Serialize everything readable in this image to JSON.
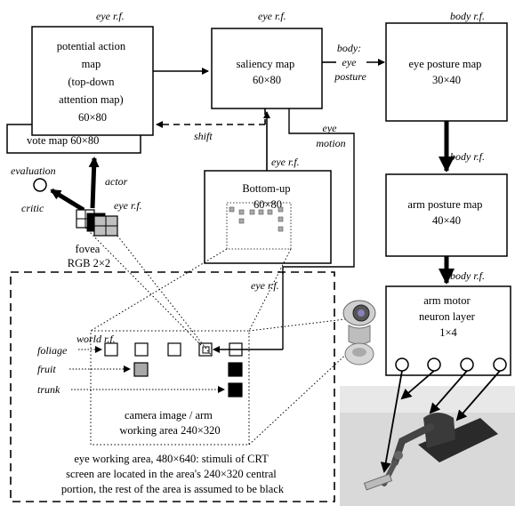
{
  "labels": {
    "eye_rf": "eye r.f.",
    "body_rf": "body r.f.",
    "world_rf": "world r.f."
  },
  "boxes": {
    "potential_action": [
      "potential action",
      "map",
      "(top-down",
      "attention map)",
      "60×80"
    ],
    "vote_map": "vote map 60×80",
    "saliency": [
      "saliency map",
      "60×80"
    ],
    "eye_posture": [
      "eye posture map",
      "30×40"
    ],
    "arm_posture": [
      "arm posture map",
      "40×40"
    ],
    "arm_motor": [
      "arm motor",
      "neuron layer",
      "1×4"
    ],
    "bottom_up": [
      "Bottom-up",
      "60×80"
    ],
    "camera_image": [
      "camera image / arm",
      "working area 240×320"
    ]
  },
  "arrows": {
    "body_eye_posture": [
      "body:",
      "eye",
      "posture"
    ],
    "shift": "shift",
    "eye_motion": [
      "eye",
      "motion"
    ]
  },
  "actor_critic": {
    "evaluation": "evaluation",
    "critic": "critic",
    "actor": "actor"
  },
  "fovea": [
    "fovea",
    "RGB 2×2"
  ],
  "stimuli": [
    "foliage",
    "fruit",
    "trunk"
  ],
  "caption": [
    "eye working area, 480×640: stimuli of CRT",
    "screen are located in the area's 240×320 central",
    "portion, the rest of the area is assumed to be black"
  ],
  "colors": {
    "fruit": "#a8a8a8",
    "trunk": "#000000",
    "photo_bg": "#d9d9d9"
  }
}
